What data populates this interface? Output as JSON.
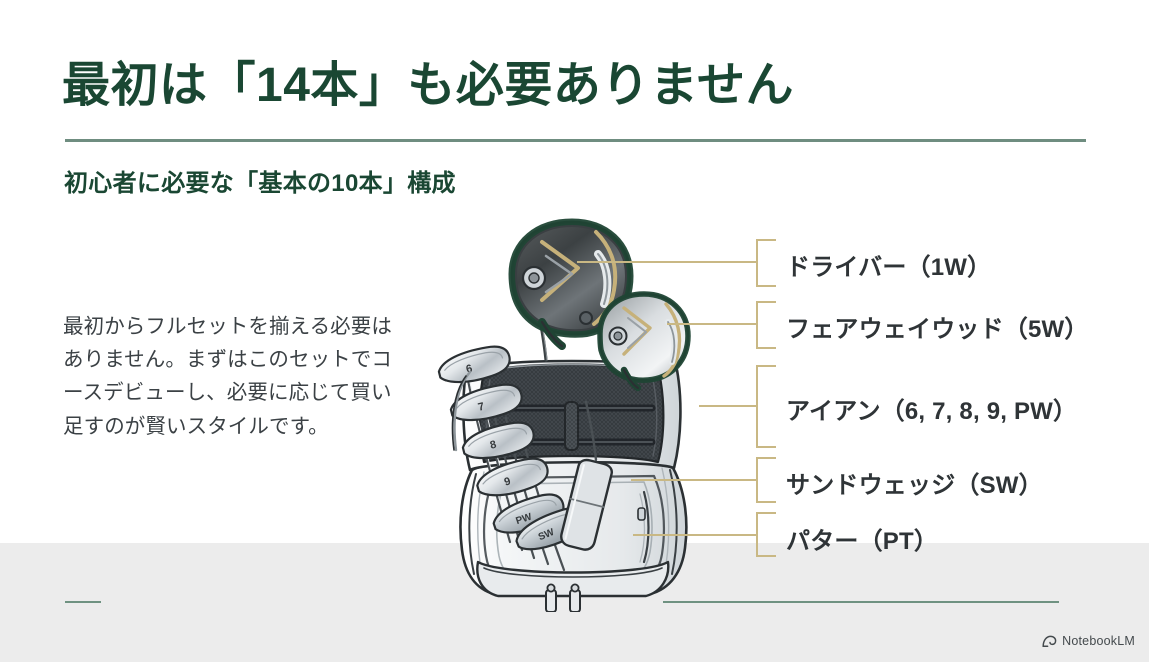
{
  "slide": {
    "title": "最初は「14本」も必要ありません",
    "subtitle": "初心者に必要な「基本の10本」構成",
    "body_text": "最初からフルセットを揃える必要はありません。まずはこのセットでコースデビューし、必要に応じて買い足すのが賢いスタイルです。",
    "background_color": "#ffffff",
    "ground_band_color": "#ececec",
    "accent_green": "#1a4733",
    "rule_color": "#6f8d80",
    "ground_line_color": "#6f9281",
    "bracket_color": "#c9b884",
    "label_color": "#2f3437"
  },
  "callouts": [
    {
      "id": "driver",
      "label": "ドライバー（1W）"
    },
    {
      "id": "fairway-wood",
      "label": "フェアウェイウッド（5W）"
    },
    {
      "id": "iron",
      "label": "アイアン（6, 7, 8, 9, PW）"
    },
    {
      "id": "sand-wedge",
      "label": "サンドウェッジ（SW）"
    },
    {
      "id": "putter",
      "label": "パター（PT）"
    }
  ],
  "illustration": {
    "name": "golf-bag-with-clubs",
    "club_face_labels": [
      "6",
      "7",
      "8",
      "9",
      "PW",
      "SW"
    ],
    "bag_body_color": "#f3f4f5",
    "bag_outline_color": "#2b3033",
    "bag_divider_color": "#32373b",
    "driver_crown_color": "#1f4434",
    "club_head_color": "#d8dce0"
  },
  "watermark": {
    "text": "NotebookLM",
    "icon": "notebooklm-logo-icon"
  }
}
